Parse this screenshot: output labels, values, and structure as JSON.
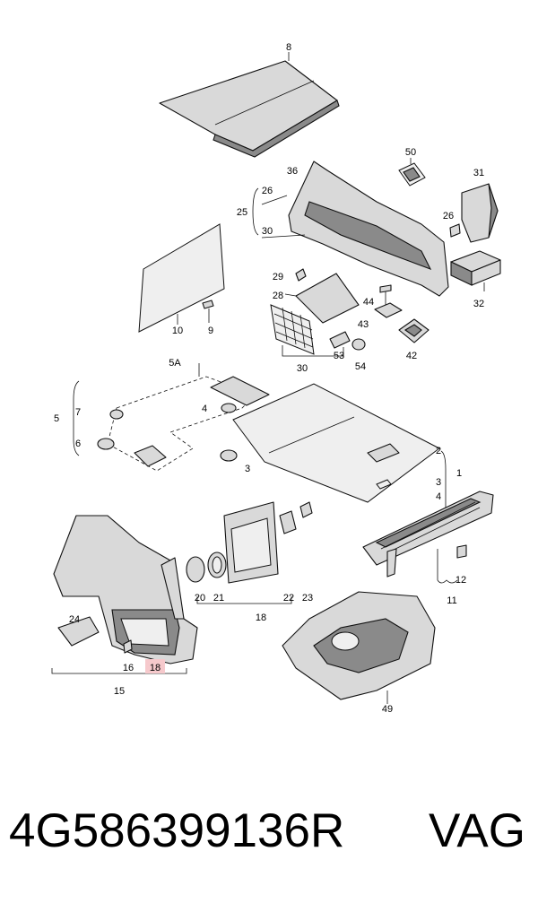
{
  "callouts": {
    "c1": "1",
    "c2": "2",
    "c3a": "3",
    "c3b": "3",
    "c4a": "4",
    "c4b": "4",
    "c5": "5",
    "c5a": "5A",
    "c6": "6",
    "c7": "7",
    "c8": "8",
    "c9": "9",
    "c10": "10",
    "c11": "11",
    "c12": "12",
    "c15": "15",
    "c16": "16",
    "c18a": "18",
    "c18b": "18",
    "c20": "20",
    "c21": "21",
    "c22": "22",
    "c23": "23",
    "c24": "24",
    "c25": "25",
    "c26a": "26",
    "c26b": "26",
    "c28": "28",
    "c29": "29",
    "c30a": "30",
    "c30b": "30",
    "c31": "31",
    "c32": "32",
    "c36": "36",
    "c42": "42",
    "c43": "43",
    "c44": "44",
    "c49": "49",
    "c50": "50",
    "c53": "53",
    "c54": "54"
  },
  "highlight_color": "#f6c9cc",
  "footer": {
    "part_number": "4G586399136R",
    "brand": "VAG"
  }
}
